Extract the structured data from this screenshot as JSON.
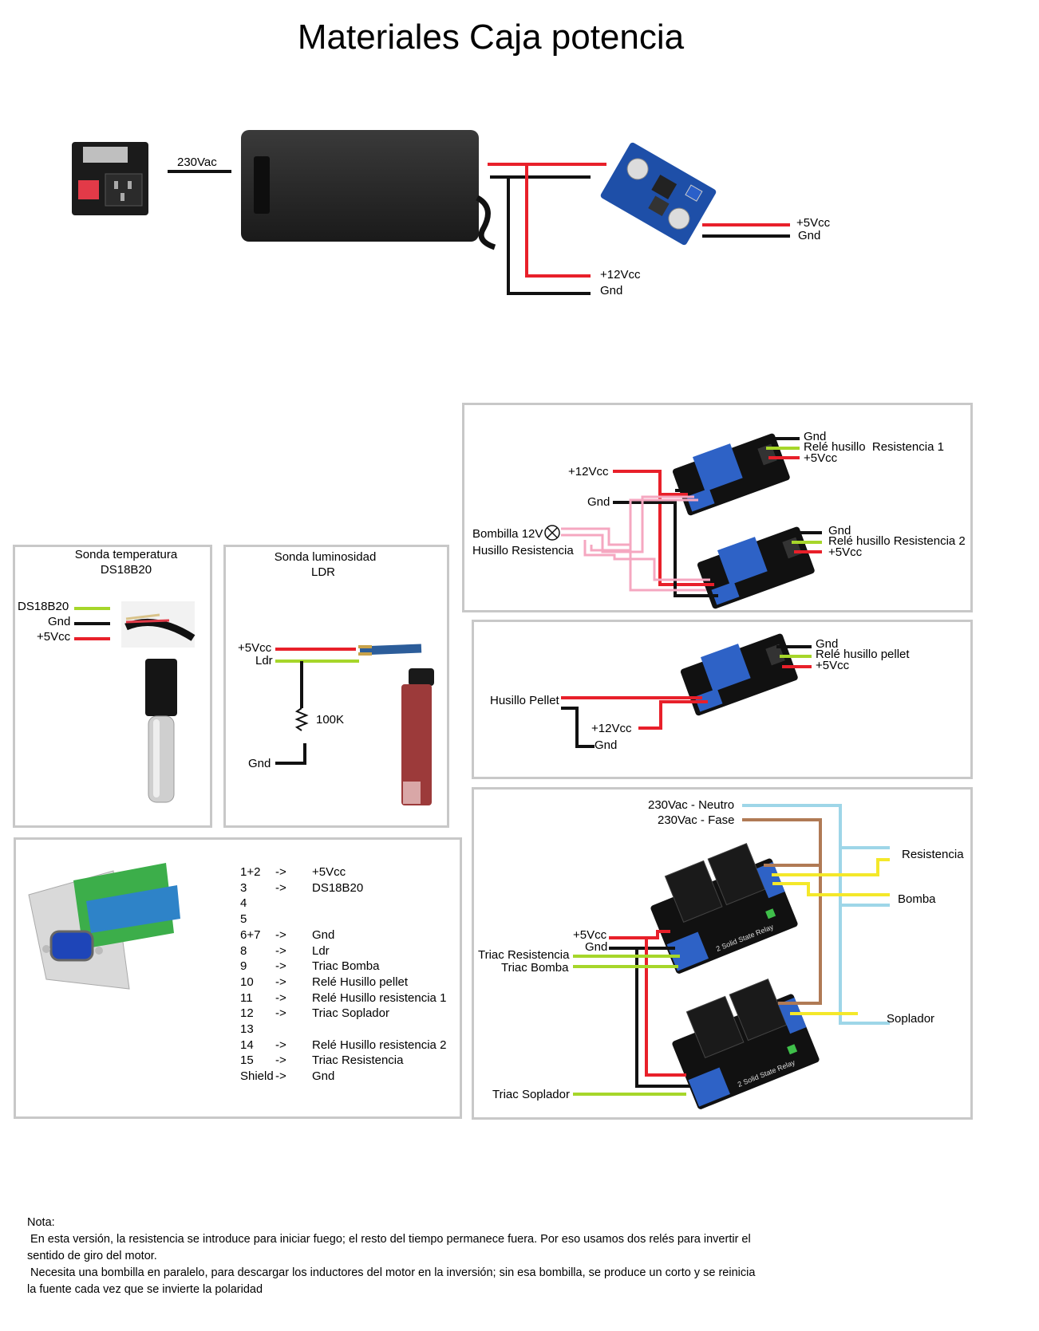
{
  "title": "Materiales Caja potencia",
  "power": {
    "ac_label": "230Vac",
    "out_12v": "+12Vcc",
    "out_gnd": "Gnd",
    "reg_5v": "+5Vcc",
    "reg_gnd": "Gnd"
  },
  "temp_probe": {
    "title_line1": "Sonda temperatura",
    "title_line2": "DS18B20",
    "wires": [
      "DS18B20",
      "Gnd",
      "+5Vcc"
    ]
  },
  "ldr_probe": {
    "title_line1": "Sonda luminosidad",
    "title_line2": "LDR",
    "vcc": "+5Vcc",
    "ldr": "Ldr",
    "resistor": "100K",
    "gnd": "Gnd"
  },
  "relay_res": {
    "vcc12": "+12Vcc",
    "gnd": "Gnd",
    "bulb": "Bombilla 12V",
    "motor": "Husillo Resistencia",
    "relay1": [
      "Gnd",
      "Relé husillo  Resistencia 1",
      "+5Vcc"
    ],
    "relay2": [
      "Gnd",
      "Relé husillo Resistencia 2",
      "+5Vcc"
    ]
  },
  "relay_pellet": {
    "motor": "Husillo Pellet",
    "vcc12": "+12Vcc",
    "gnd": "Gnd",
    "relay": [
      "Gnd",
      "Relé husillo pellet",
      "+5Vcc"
    ]
  },
  "ssr": {
    "neutro": "230Vac - Neutro",
    "fase": "230Vac - Fase",
    "vcc": "+5Vcc",
    "gnd": "Gnd",
    "triac_res": "Triac Resistencia",
    "triac_bomba": "Triac Bomba",
    "triac_soplador": "Triac Soplador",
    "out_resistencia": "Resistencia",
    "out_bomba": "Bomba",
    "out_soplador": "Soplador",
    "ssr_label": "2 Solid State Relay"
  },
  "connector": {
    "pins": [
      {
        "pin": "1+2",
        "arrow": "->",
        "signal": "+5Vcc"
      },
      {
        "pin": "3",
        "arrow": "->",
        "signal": "DS18B20"
      },
      {
        "pin": "4",
        "arrow": "",
        "signal": ""
      },
      {
        "pin": "5",
        "arrow": "",
        "signal": ""
      },
      {
        "pin": "6+7",
        "arrow": "->",
        "signal": "Gnd"
      },
      {
        "pin": "8",
        "arrow": "->",
        "signal": "Ldr"
      },
      {
        "pin": "9",
        "arrow": "->",
        "signal": "Triac Bomba"
      },
      {
        "pin": "10",
        "arrow": "->",
        "signal": "Relé Husillo pellet"
      },
      {
        "pin": "11",
        "arrow": "->",
        "signal": "Relé Husillo resistencia 1"
      },
      {
        "pin": "12",
        "arrow": "->",
        "signal": "Triac Soplador"
      },
      {
        "pin": "13",
        "arrow": "",
        "signal": ""
      },
      {
        "pin": "14",
        "arrow": "->",
        "signal": "Relé Husillo resistencia 2"
      },
      {
        "pin": "15",
        "arrow": "->",
        "signal": "Triac Resistencia"
      },
      {
        "pin": "Shield",
        "arrow": "->",
        "signal": "Gnd"
      }
    ]
  },
  "note": {
    "heading": "Nota:",
    "line1": " En esta versión, la resistencia se introduce para iniciar fuego; el resto del tiempo permanece fuera. Por eso usamos dos relés para invertir el sentido de giro del motor.",
    "line2": " Necesita una bombilla en paralelo, para descargar los inductores del motor en la inversión; sin esa bombilla, se produce un corto y se reinicia la fuente cada vez que se invierte la polaridad"
  },
  "colors": {
    "red": "#e8202a",
    "black": "#111111",
    "green": "#a6d62a",
    "pink": "#f5a7c0",
    "brown": "#b07a55",
    "lightblue": "#9ed6e8",
    "yellow": "#f4e82a",
    "panel_border": "#c8c8c8"
  }
}
